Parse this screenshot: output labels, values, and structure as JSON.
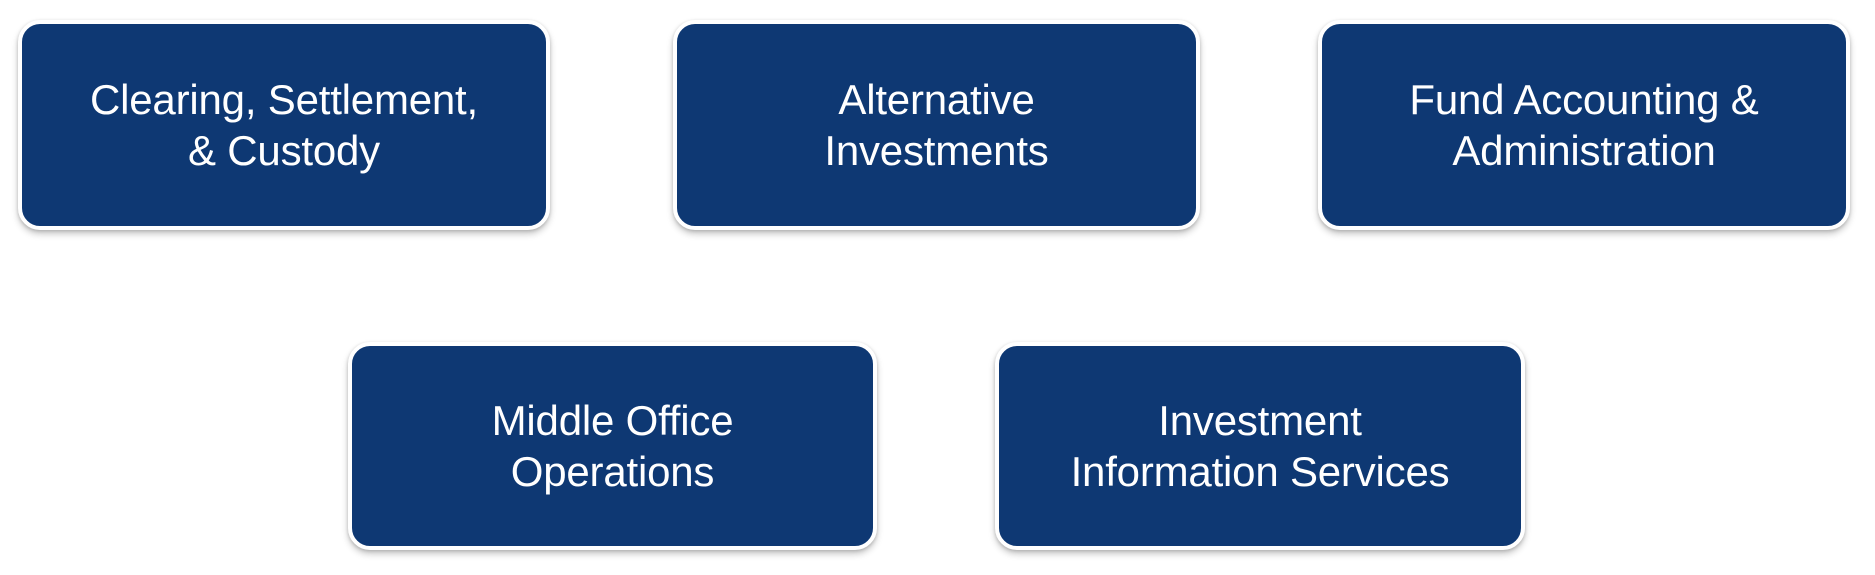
{
  "diagram": {
    "type": "node-grid",
    "background_color": "#ffffff",
    "node_fill_color": "#0e3873",
    "node_text_color": "#ffffff",
    "node_border_color": "#ffffff",
    "rows": [
      {
        "row_index": 1,
        "nodes": [
          {
            "id": "clearing-settlement-custody",
            "label": "Clearing, Settlement,\n& Custody"
          },
          {
            "id": "alternative-investments",
            "label": "Alternative\nInvestments"
          },
          {
            "id": "fund-accounting-administration",
            "label": "Fund Accounting &\nAdministration"
          }
        ]
      },
      {
        "row_index": 2,
        "nodes": [
          {
            "id": "middle-office-operations",
            "label": "Middle Office\nOperations"
          },
          {
            "id": "investment-information-services",
            "label": "Investment\nInformation Services"
          }
        ]
      }
    ]
  }
}
